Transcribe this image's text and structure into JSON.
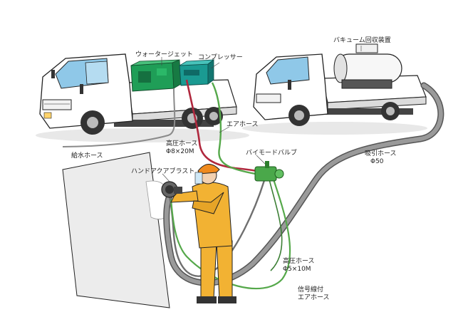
{
  "labels": {
    "water_jet": "ウォータージェット",
    "compressor": "コンプレッサー",
    "vacuum_unit": "バキューム回収装置",
    "air_hose": "エアホース",
    "hp_hose_1_name": "高圧ホース",
    "hp_hose_1_spec": "Φ8×20M",
    "water_supply_hose": "給水ホース",
    "bimode_valve": "バイモードバルブ",
    "suction_hose_name": "吸引ホース",
    "suction_hose_spec": "Φ50",
    "hand_blast": "ハンドアクアブラスト",
    "hp_hose_2_name": "高圧ホース",
    "hp_hose_2_spec": "Φ5×10M",
    "signal_air_hose_1": "信号線付",
    "signal_air_hose_2": "エアホース"
  },
  "colors": {
    "truck_cab_glass": "#8fc8e8",
    "truck_body": "#ffffff",
    "water_jet_unit": "#1f9e57",
    "compressor_unit": "#1a9a92",
    "high_pressure_hose": "#b0283e",
    "air_hose": "#55a84a",
    "suction_hose": "#808080",
    "worker_suit": "#f2b233",
    "helmet": "#f08a1e",
    "wall_panel": "#ececec"
  }
}
